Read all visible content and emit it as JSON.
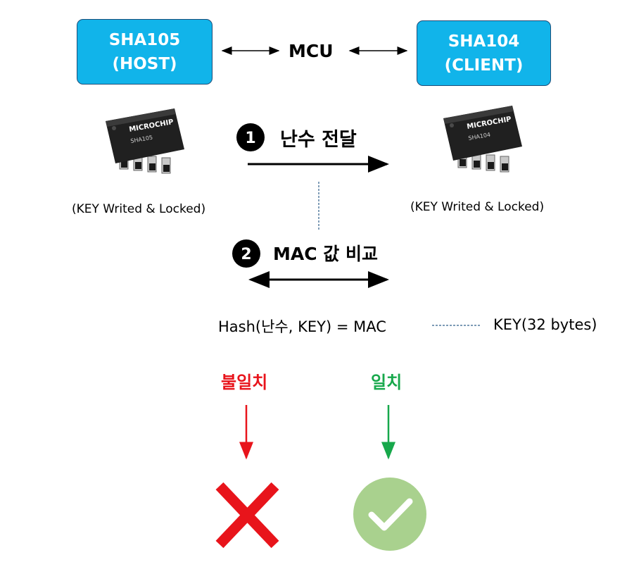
{
  "host": {
    "line1": "SHA105",
    "line2": "(HOST)",
    "status": "(KEY Writed & Locked)",
    "chip_brand": "MICROCHIP",
    "chip_part": "SHA105"
  },
  "client": {
    "line1": "SHA104",
    "line2": "(CLIENT)",
    "status": "(KEY Writed & Locked)",
    "chip_brand": "MICROCHIP",
    "chip_part": "SHA104"
  },
  "mcu_label": "MCU",
  "steps": [
    {
      "number": "1",
      "label": "난수 전달"
    },
    {
      "number": "2",
      "label": "MAC 값 비교"
    }
  ],
  "formula": "Hash(난수, KEY) = MAC",
  "key_note": "KEY(32 bytes)",
  "outcomes": [
    {
      "label": "불일치",
      "color": "#e8141b",
      "icon": "x-mark-icon"
    },
    {
      "label": "일치",
      "color": "#17a84b",
      "icon": "check-circle-icon"
    }
  ],
  "colors": {
    "box_fill": "#11b4ea",
    "box_border": "#1e4e79",
    "mismatch": "#e8141b",
    "match": "#17a84b",
    "check_circle": "#a9d18e",
    "dash": "#2e5f8a"
  }
}
